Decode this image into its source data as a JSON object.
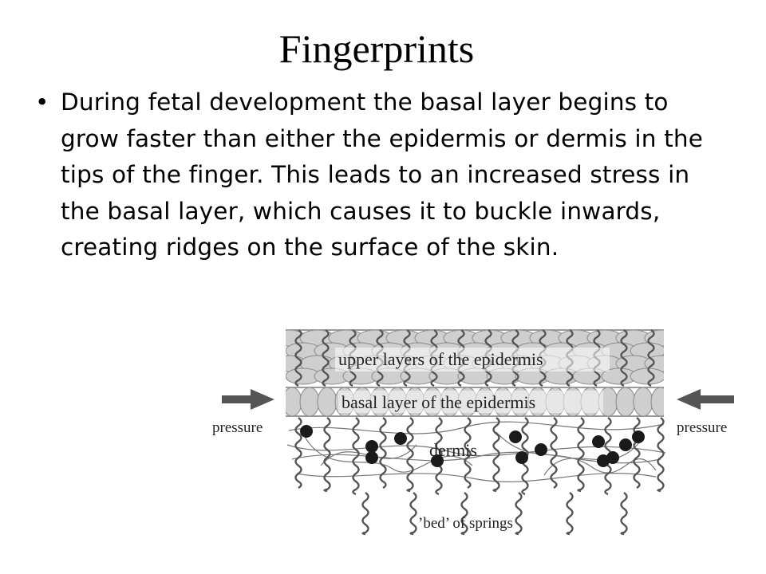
{
  "slide": {
    "title": "Fingerprints",
    "bullets": [
      "During fetal development the basal layer begins to grow faster than either the epidermis or dermis in the tips of the finger. This leads to an increased stress in the basal layer, which causes it to buckle inwards, creating ridges on the surface of the skin."
    ],
    "bullet_symbol": "•"
  },
  "diagram": {
    "labels": {
      "upper_layers": "upper layers of the epidermis",
      "basal_layer": "basal layer of the epidermis",
      "dermis": "dermis",
      "springs": "’bed’ of springs",
      "pressure_left": "pressure",
      "pressure_right": "pressure"
    },
    "colors": {
      "cell_fill": "#cfcfcf",
      "cell_stroke": "#8a8a8a",
      "line": "#777777",
      "spring": "#555555",
      "node": "#1a1a1a",
      "arrow": "#555555"
    }
  }
}
